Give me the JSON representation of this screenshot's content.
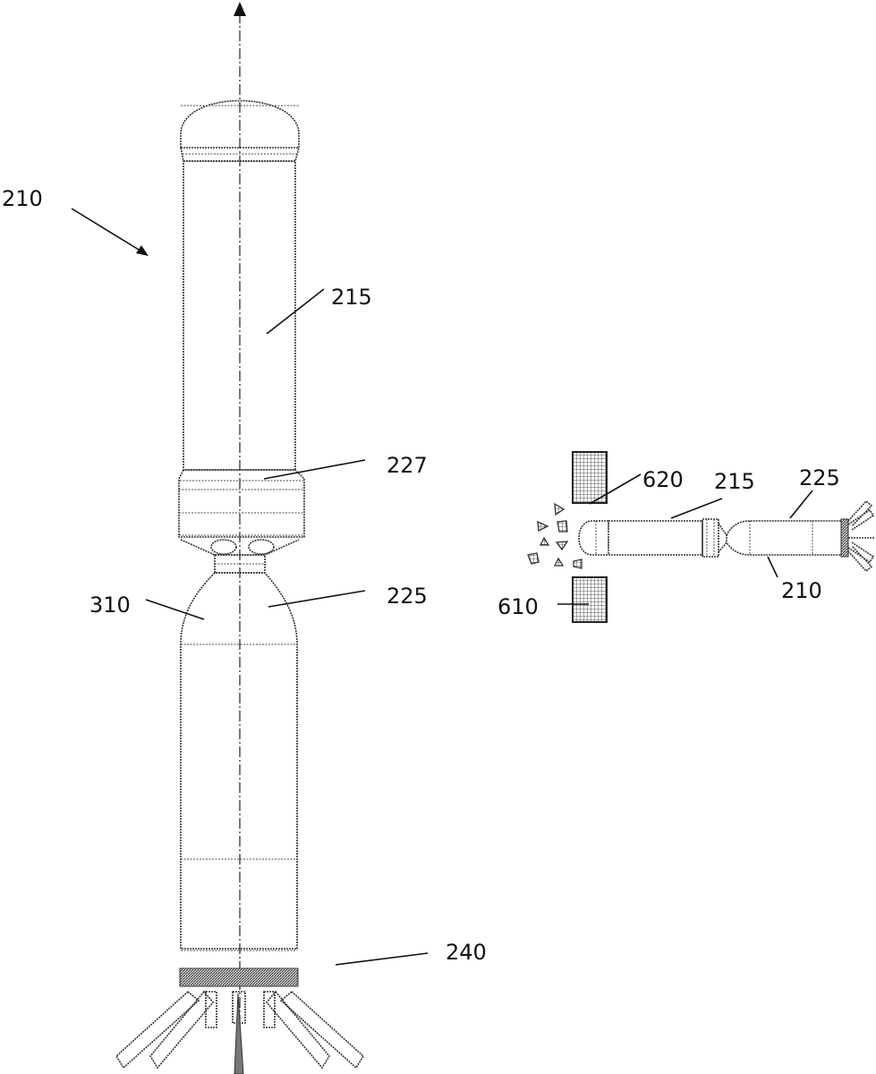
{
  "figure_main": {
    "labels": {
      "assembly": "210",
      "upper_body": "215",
      "coupler": "227",
      "shoulder": "310",
      "lower_body": "225",
      "fins": "240"
    }
  },
  "figure_inset": {
    "labels": {
      "opening": "620",
      "upper_body": "215",
      "lower_body": "225",
      "wall": "610",
      "assembly": "210"
    }
  }
}
